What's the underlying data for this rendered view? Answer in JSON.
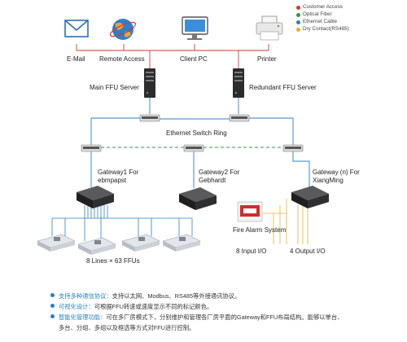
{
  "legend": [
    {
      "label": "Customer Access",
      "color": "#d43a2f"
    },
    {
      "label": "Optical Fiber",
      "color": "#2f9a48"
    },
    {
      "label": "Ethernet Cable",
      "color": "#2a7fc4"
    },
    {
      "label": "Dry Contact(RS485)",
      "color": "#e5b32a"
    }
  ],
  "endpoints": {
    "email": "E-Mail",
    "remote": "Remote Access",
    "client": "Client PC",
    "printer": "Printer"
  },
  "servers": {
    "main": "Main FFU Server",
    "redundant": "Redundant FFU Server"
  },
  "switch_ring": "Ethernet Switch Ring",
  "gateways": {
    "g1_line1": "Gateway1 For",
    "g1_line2": "ebmpapst",
    "g2_line1": "Gateway2 For",
    "g2_line2": "Gebhardt",
    "gn_line1": "Gateway (n) For",
    "gn_line2": "XiangMing"
  },
  "fire_alarm": {
    "line1": "Fire Alarm",
    "line2": "System"
  },
  "io": {
    "input": "8 Input I/O",
    "output": "4 Output I/O"
  },
  "ffu_lines": "8 Lines × 63 FFUs",
  "notes": [
    {
      "key": "支持多种通信协议：",
      "text": "支持以太网、Modbus、RS485等外接通讯协议。"
    },
    {
      "key": "可视化设计：",
      "text": "可根据FFU转速或速度显示不同的标记颜色。"
    },
    {
      "key": "智能化管理功能：",
      "text": "可在多厂房模式下，分别维护和管理各厂房平面的Gateway和FFU布局结构。能够以单台、"
    },
    {
      "key": "",
      "text": "多台、分组、多组以及框选等方式对FFU进行控制。"
    }
  ]
}
